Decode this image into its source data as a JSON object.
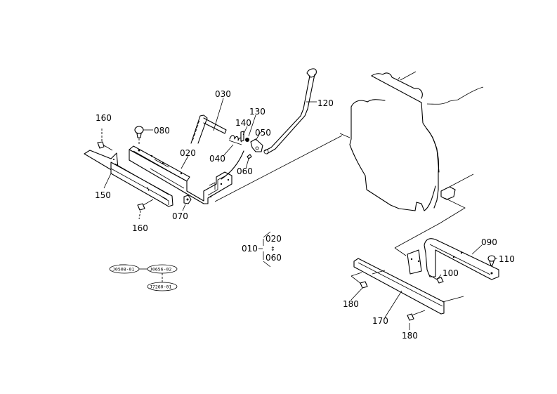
{
  "diagram": {
    "type": "exploded parts diagram",
    "part_labels": {
      "p010": "010",
      "p020": "020",
      "p030": "030",
      "p040": "040",
      "p050": "050",
      "p060": "060",
      "p070": "070",
      "p080": "080",
      "p090": "090",
      "p100": "100",
      "p110": "110",
      "p120": "120",
      "p130": "130",
      "p140": "140",
      "p150": "150",
      "p160a": "160",
      "p160b": "160",
      "p170": "170",
      "p180a": "180",
      "p180b": "180"
    },
    "assembly_group": {
      "parent": "010",
      "range_start": "020",
      "range_separator": "↕",
      "range_end": "060"
    },
    "reference_codes": [
      "J0508-01",
      "J0656-02",
      "J7260-01"
    ]
  }
}
